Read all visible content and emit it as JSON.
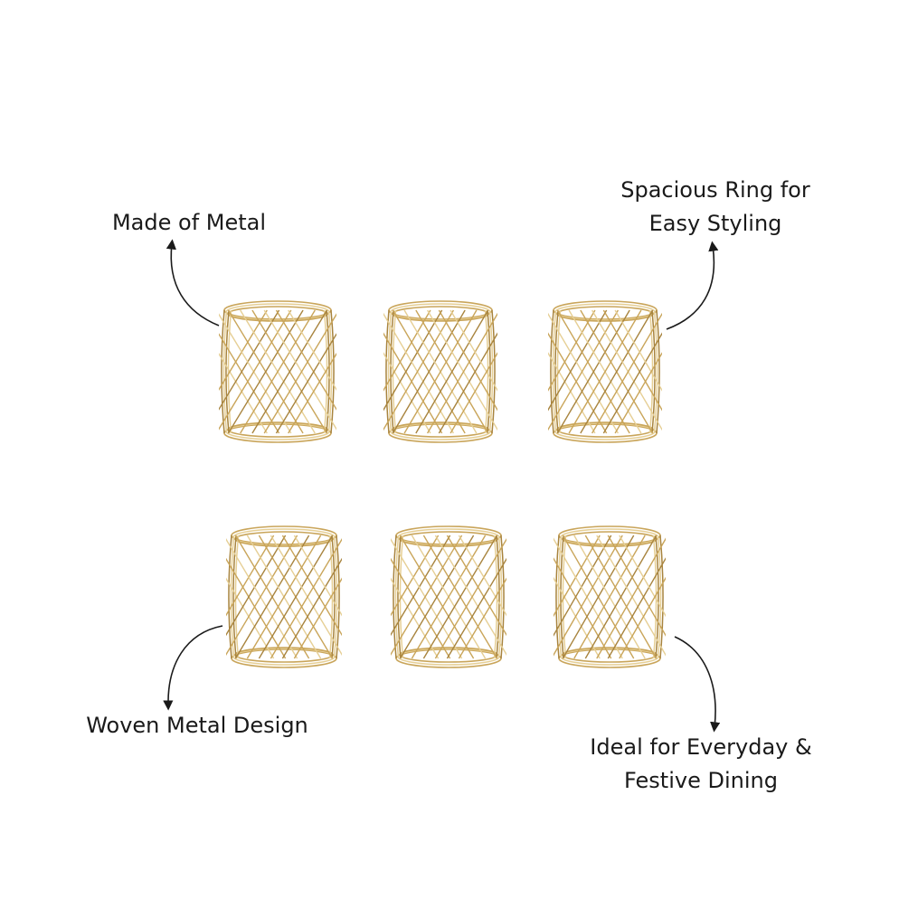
{
  "labels": {
    "made_of_metal": "Made of Metal",
    "spacious_line1": "Spacious Ring for",
    "spacious_line2": "Easy Styling",
    "woven_metal_design": "Woven Metal Design",
    "ideal_line1": "Ideal for Everyday &",
    "ideal_line2": "Festive Dining"
  },
  "colors": {
    "background": "#ffffff",
    "text": "#1a1a1a",
    "gold": "#c9a55a",
    "gold_light": "#e6cf95",
    "gold_dark": "#a8843e"
  },
  "product": {
    "name": "napkin-ring",
    "count": 6
  }
}
